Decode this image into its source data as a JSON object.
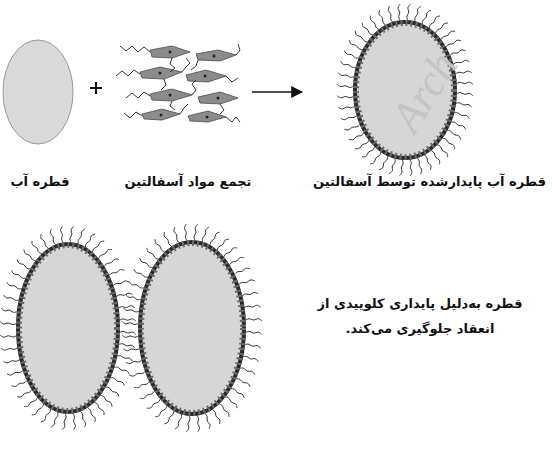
{
  "diagram": {
    "labels": [
      "قطره آب",
      "تجمع مواد آسفالتین",
      "قطره آب پایدارشده توسط آسفالتین",
      "قطره به‌دلیل پایداری کلوییدی از انعقاد جلوگیری می‌کند.",
      "Arch"
    ]
  }
}
